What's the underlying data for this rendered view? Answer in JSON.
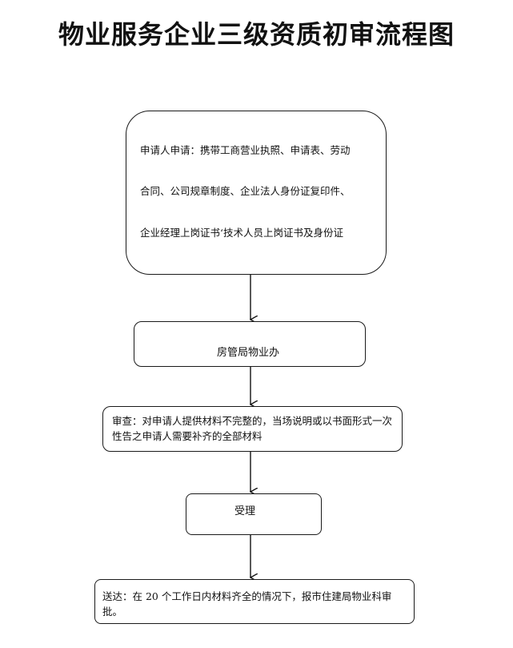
{
  "title": "物业服务企业三级资质初审流程图",
  "steps": {
    "apply": {
      "lines": [
        "申请人申请：携带工商营业执照、申请表、劳动",
        "合同、公司规章制度、企业法人身份证复印件、",
        "企业经理上岗证书‘技术人员上岗证书及身份证"
      ]
    },
    "office": {
      "text": "房管局物业办"
    },
    "review": {
      "text": "审查：对申请人提供材料不完整的，当场说明或以书面形式一次性告之申请人需要补齐的全部材料"
    },
    "accept": {
      "text": "受理"
    },
    "submit": {
      "text": "送达：在 20 个工作日内材料齐全的情况下，报市住建局物业科审批。"
    }
  }
}
